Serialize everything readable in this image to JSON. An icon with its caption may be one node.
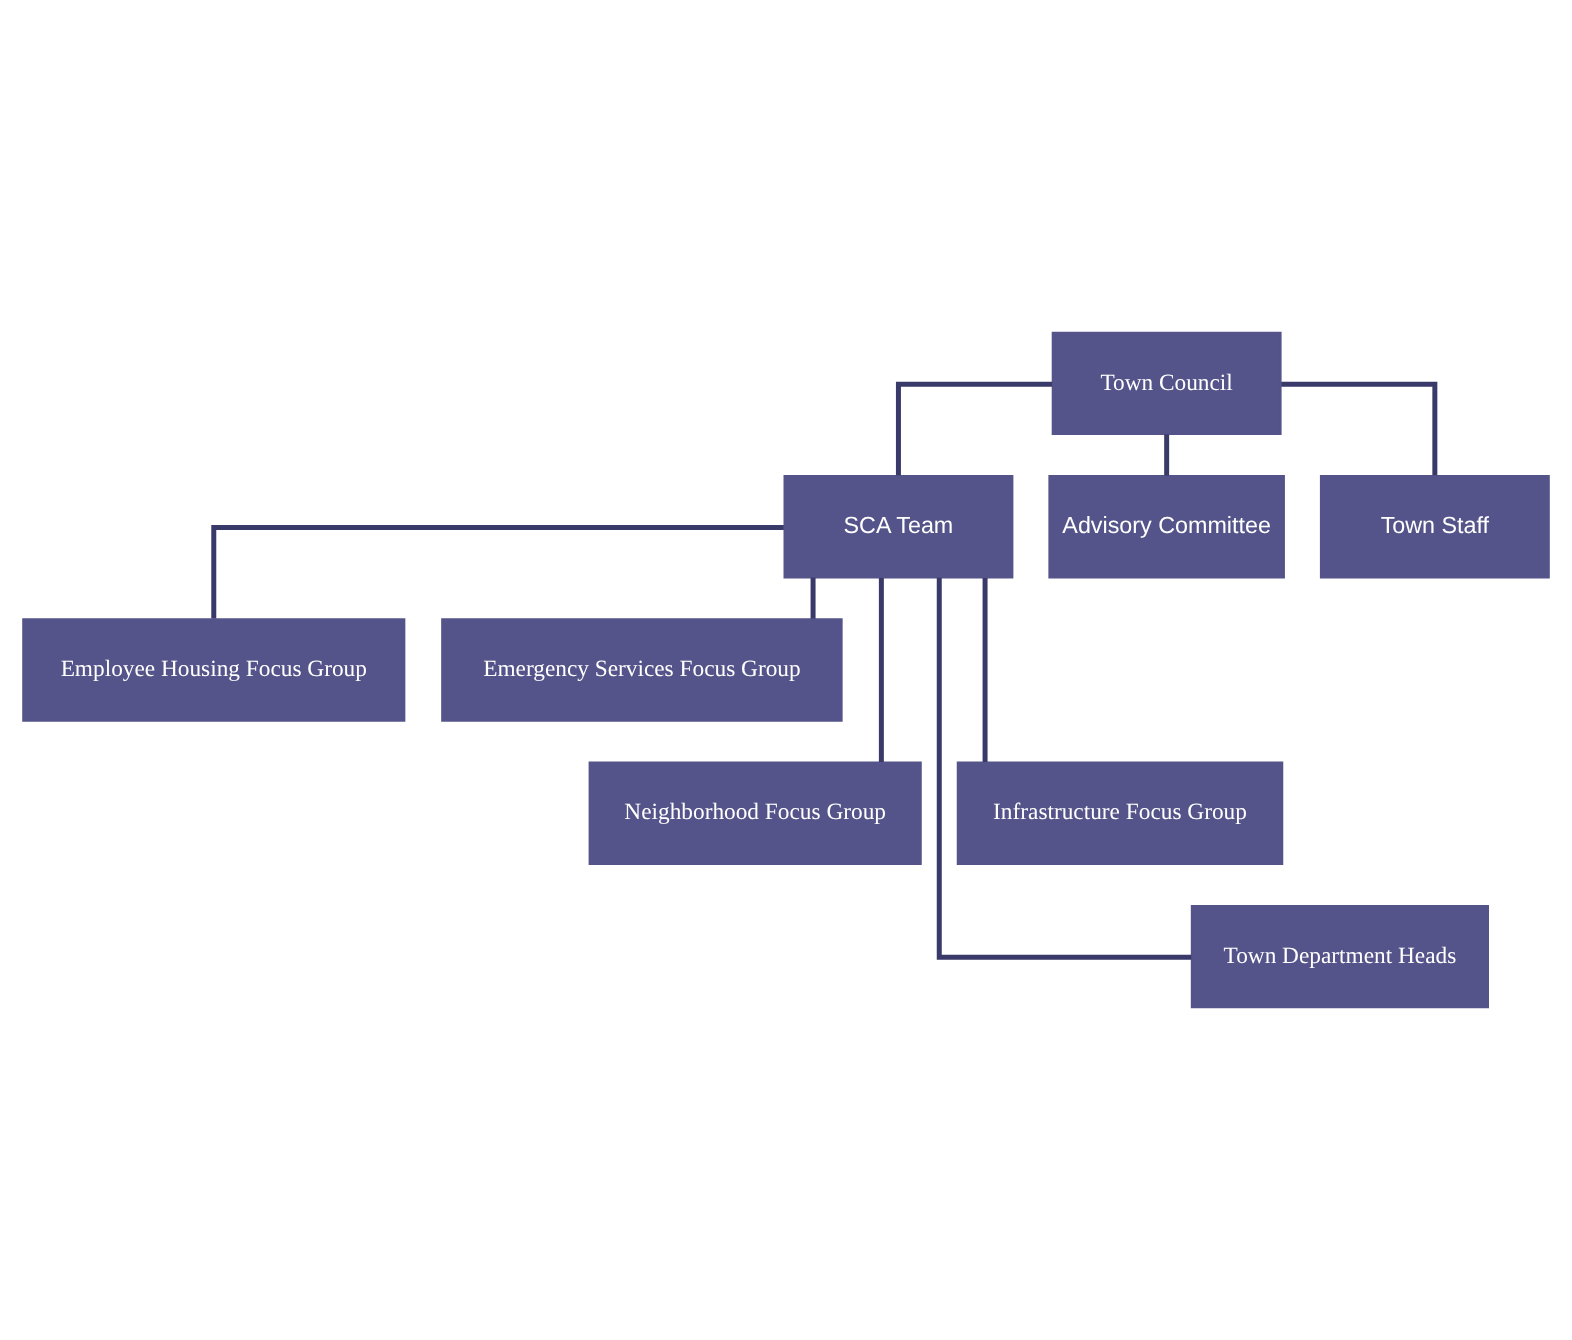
{
  "diagram": {
    "nodes": [
      {
        "text": [
          "Town Council"
        ]
      },
      {
        "text": [
          "SCA Team"
        ]
      },
      {
        "text": [
          "Advisory Committee"
        ]
      },
      {
        "text": [
          "Town Staff"
        ]
      },
      {
        "text": [
          "Employee Housing Focus Group"
        ]
      },
      {
        "text": [
          "Emergency Services Focus Group"
        ]
      },
      {
        "text": [
          "Neighborhood Focus Group"
        ]
      },
      {
        "text": [
          "Infrastructure Focus Group"
        ]
      },
      {
        "text": [
          "Town Department Heads"
        ]
      }
    ],
    "edges": [
      {
        "from": 0,
        "to": 1,
        "arrow": "none"
      },
      {
        "from": 0,
        "to": 2,
        "arrow": "none"
      },
      {
        "from": 0,
        "to": 3,
        "arrow": "none"
      },
      {
        "from": 1,
        "to": 4,
        "arrow": "none"
      },
      {
        "from": 1,
        "to": 5,
        "arrow": "none"
      },
      {
        "from": 1,
        "to": 6,
        "arrow": "none"
      },
      {
        "from": 1,
        "to": 7,
        "arrow": "none"
      },
      {
        "from": 1,
        "to": 8,
        "arrow": "none"
      }
    ]
  }
}
